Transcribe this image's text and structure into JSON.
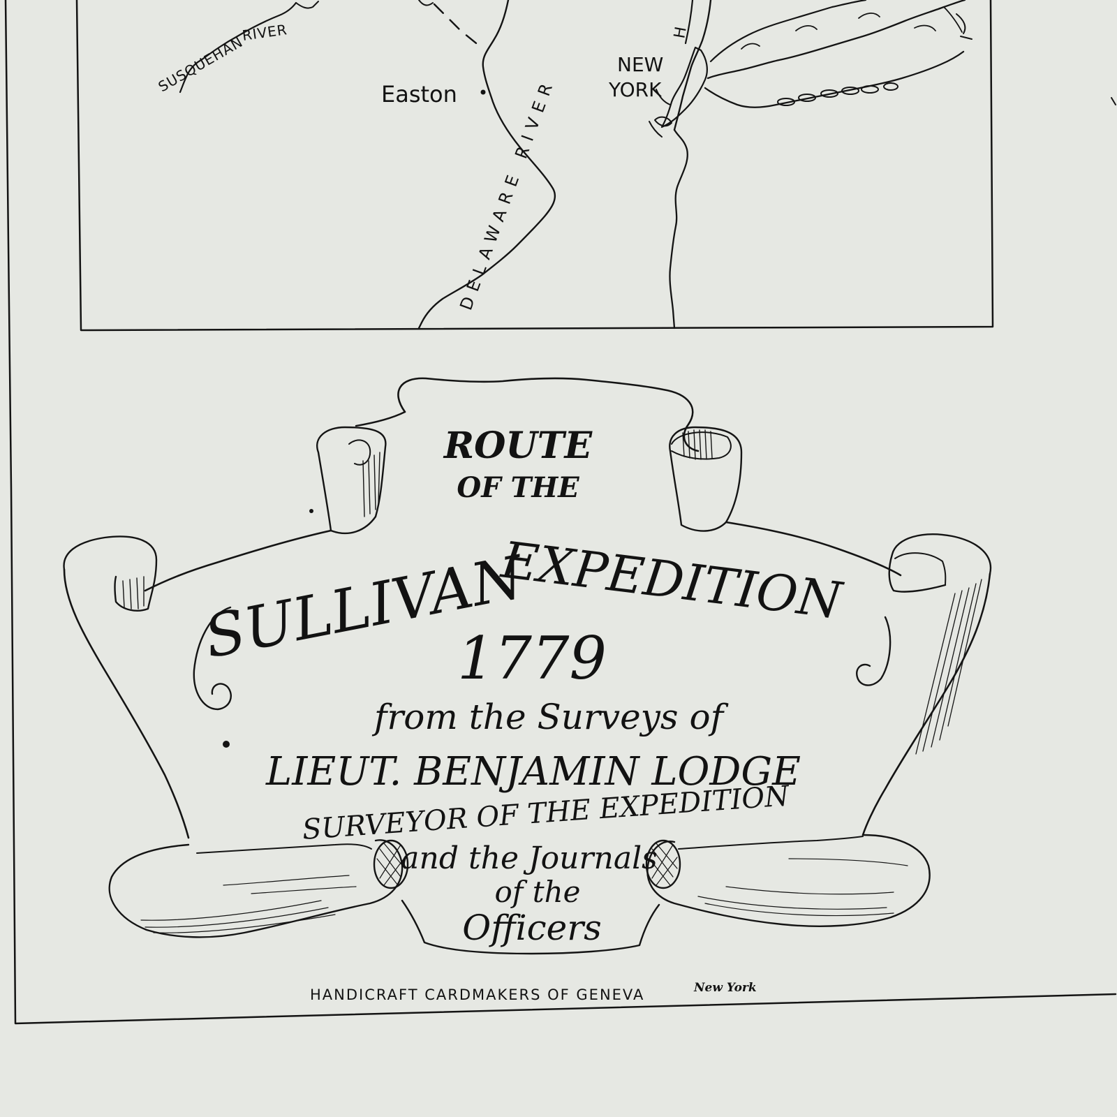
{
  "map": {
    "labels": {
      "susquehanna": "SUSQUEHAN",
      "susquehanna_river": "RIVER",
      "easton": "Easton",
      "new": "NEW",
      "york": "YORK",
      "delaware_river": "DELAWARE RIVER",
      "hudson": "H"
    }
  },
  "cartouche": {
    "route": "ROUTE",
    "of_the": "OF THE",
    "sullivan": "SULLIVAN",
    "expedition": "EXPEDITION",
    "year": "1779",
    "from_surveys": "from the Surveys of",
    "surveyor_name": "LIEUT. BENJAMIN LODGE",
    "surveyor_title": "SURVEYOR OF THE EXPEDITION",
    "journals_1": "and the Journals",
    "journals_2": "of the",
    "journals_3": "Officers"
  },
  "imprint": {
    "maker": "HANDICRAFT CARDMAKERS OF GENEVA",
    "place": "New York"
  },
  "colors": {
    "paper": "#e6e8e3",
    "ink": "#141414"
  }
}
